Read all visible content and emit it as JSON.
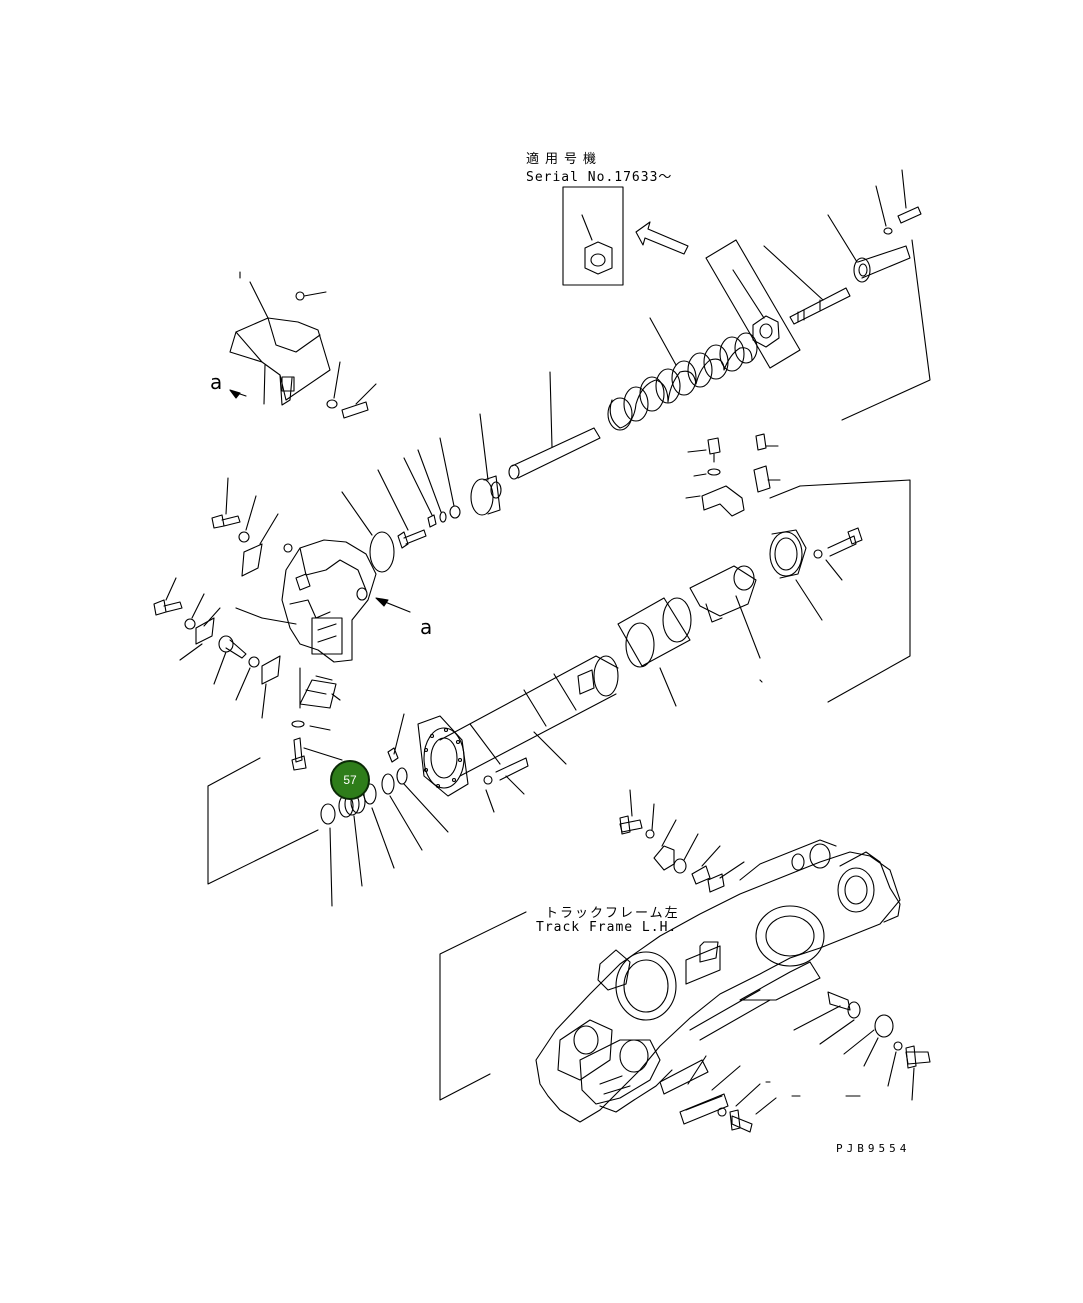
{
  "serial_box": {
    "title_jp": "適用号機",
    "serial_text": "Serial No.17633～"
  },
  "track_frame": {
    "label_jp": "トラックフレーム左",
    "label_en": "Track Frame L.H."
  },
  "view_markers": [
    "a",
    "a"
  ],
  "drawing_code": "PJB9554",
  "callout": {
    "number": "57",
    "color": "#2e7d1a"
  }
}
